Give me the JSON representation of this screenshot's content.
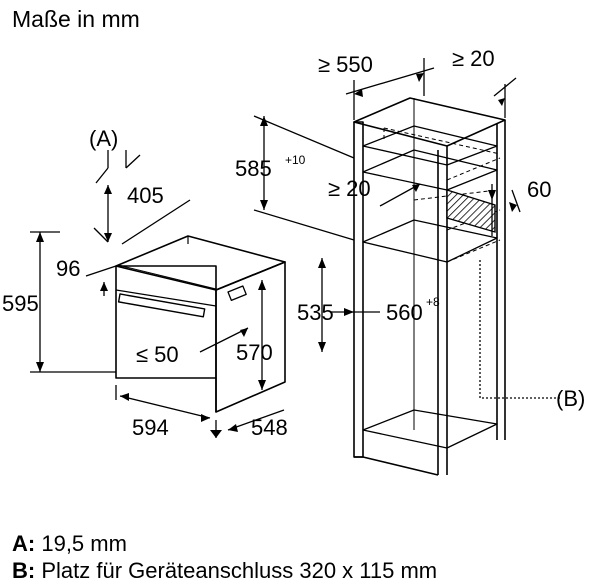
{
  "title": "Maße in mm",
  "callouts": {
    "a": "(A)",
    "b": "(B)"
  },
  "dimensions": {
    "oven_depth_top": "405",
    "oven_front_top": "96",
    "oven_height": "595",
    "ventilation_gap": "≤ 50",
    "oven_width": "594",
    "oven_depth": "548",
    "niche_height_front": "535",
    "niche_height_side": "570",
    "cabinet_depth": "≥ 550",
    "cabinet_rear": "≥ 20",
    "opening_height": "585",
    "opening_height_tol": "+10",
    "shelf_gap": "≥ 20",
    "rear_opening": "60",
    "niche_width": "560",
    "niche_width_tol": "+8"
  },
  "legend": {
    "a_key": "A:",
    "a_text": "19,5 mm",
    "b_key": "B:",
    "b_text": "Platz für Geräteanschluss 320 x 115 mm"
  }
}
